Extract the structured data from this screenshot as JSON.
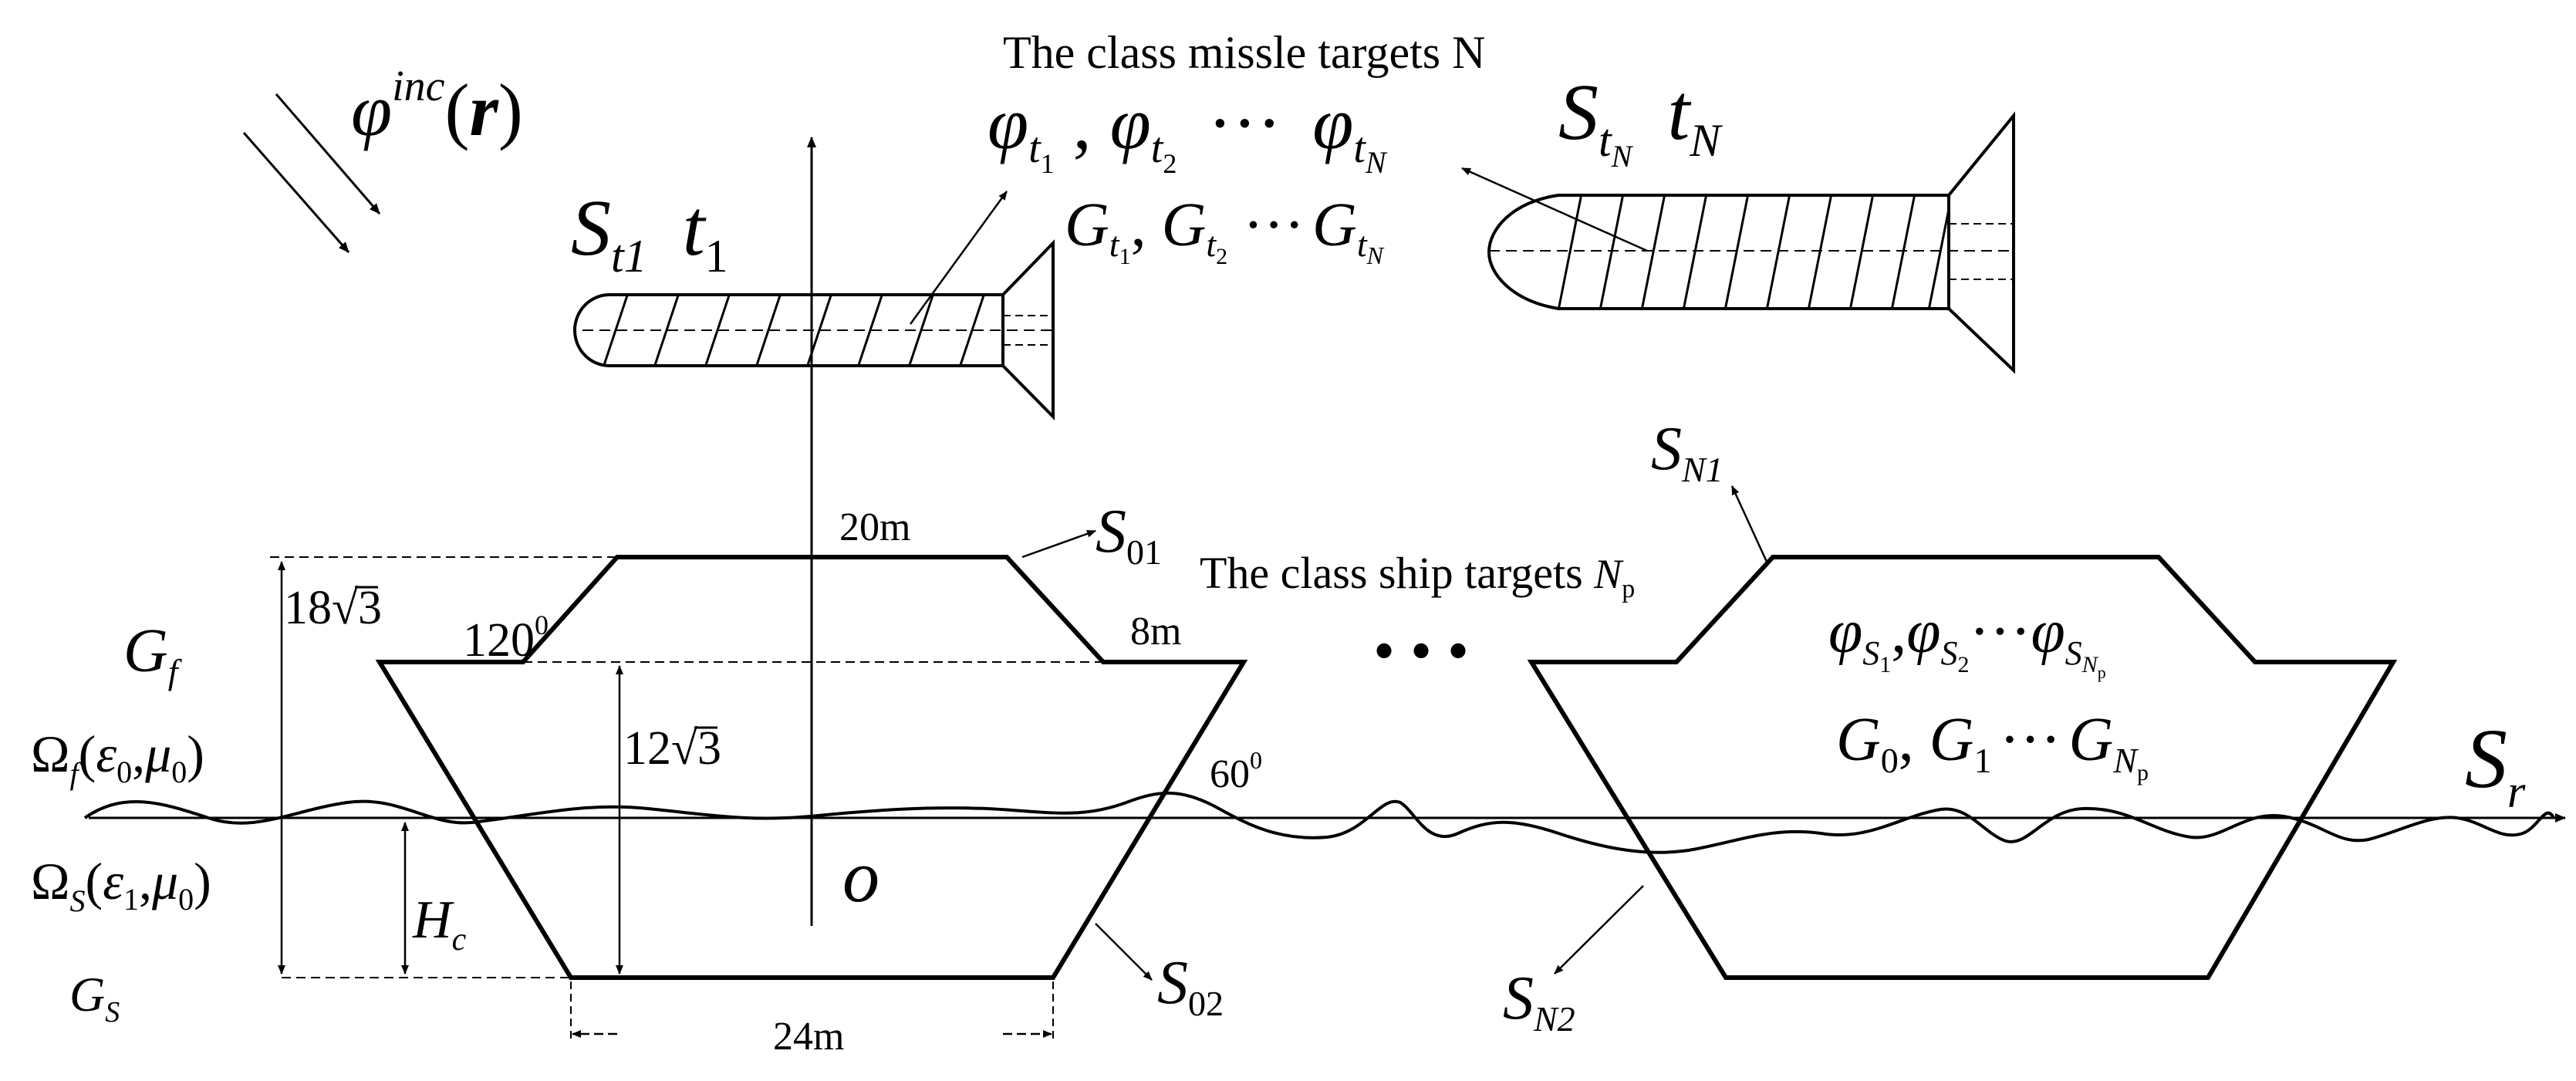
{
  "colors": {
    "ink": "#000000",
    "background": "#ffffff"
  },
  "labels": {
    "incident": {
      "main": "φ",
      "sup": "inc",
      "arg_open": "(",
      "arg": "r",
      "arg_close": ")"
    },
    "missile_title": "The class missle targets N",
    "missile_phi": {
      "p1": "φ",
      "s1": "t",
      "ss1": "1",
      "comma1": " , ",
      "p2": "φ",
      "s2": "t",
      "ss2": "2",
      "dots": "···",
      "p3": "φ",
      "s3": "t",
      "ss3": "N"
    },
    "missile_g": {
      "g1": "G",
      "s1": "t",
      "ss1": "1",
      "comma1": ", ",
      "g2": "G",
      "s2": "t",
      "ss2": "2",
      "dots": "···",
      "g3": "G",
      "s3": "t",
      "ss3": "N"
    },
    "missile_left": {
      "s": "S",
      "sub": "t1",
      "t": "t",
      "tsub": "1"
    },
    "missile_right": {
      "s": "S",
      "sub": "t",
      "subsub": "N",
      "t": "t",
      "tsub": "N"
    },
    "ship_title": {
      "text": "The class ship targets ",
      "n": "N",
      "nsub": "p"
    },
    "dim_20m": "20m",
    "dim_8m": "8m",
    "dim_24m": "24m",
    "angle_120": {
      "val": "120",
      "sup": "0"
    },
    "angle_60": {
      "val": "60",
      "sup": "0"
    },
    "dim_18sqrt3": {
      "coef": "18",
      "root": "√",
      "rad": "3"
    },
    "dim_12sqrt3": {
      "coef": "12",
      "root": "√",
      "rad": "3"
    },
    "s01": {
      "s": "S",
      "sub": "01"
    },
    "s02": {
      "s": "S",
      "sub": "02"
    },
    "sn1": {
      "s": "S",
      "sub": "N1"
    },
    "sn2": {
      "s": "S",
      "sub": "N2"
    },
    "sr": {
      "s": "S",
      "sub": "r"
    },
    "origin": "o",
    "gf": {
      "g": "G",
      "sub": "f"
    },
    "gs": {
      "g": "G",
      "sub": "S"
    },
    "hc": {
      "h": "H",
      "sub": "c"
    },
    "omega_f": {
      "om": "Ω",
      "sub": "f",
      "paren": "(",
      "eps": "ε",
      "eps_sub": "0",
      "comma": ",",
      "mu": "μ",
      "mu_sub": "0",
      "close": ")"
    },
    "omega_s": {
      "om": "Ω",
      "sub": "S",
      "paren": "(",
      "eps": "ε",
      "eps_sub": "1",
      "comma": ",",
      "mu": "μ",
      "mu_sub": "0",
      "close": ")"
    },
    "ship_phi": {
      "p1": "φ",
      "s1": "S",
      "ss1": "1",
      "c1": ",",
      "p2": "φ",
      "s2": "S",
      "ss2": "2",
      "dots": "···",
      "p3": "φ",
      "s3": "S",
      "ss3": "N",
      "sss3": "p"
    },
    "ship_g": {
      "g1": "G",
      "s1": "0",
      "c1": ", ",
      "g2": "G",
      "s2": "1",
      "dots": "···",
      "g3": "G",
      "s3": "N",
      "ss3": "p"
    },
    "ship_dots": "• • •"
  }
}
